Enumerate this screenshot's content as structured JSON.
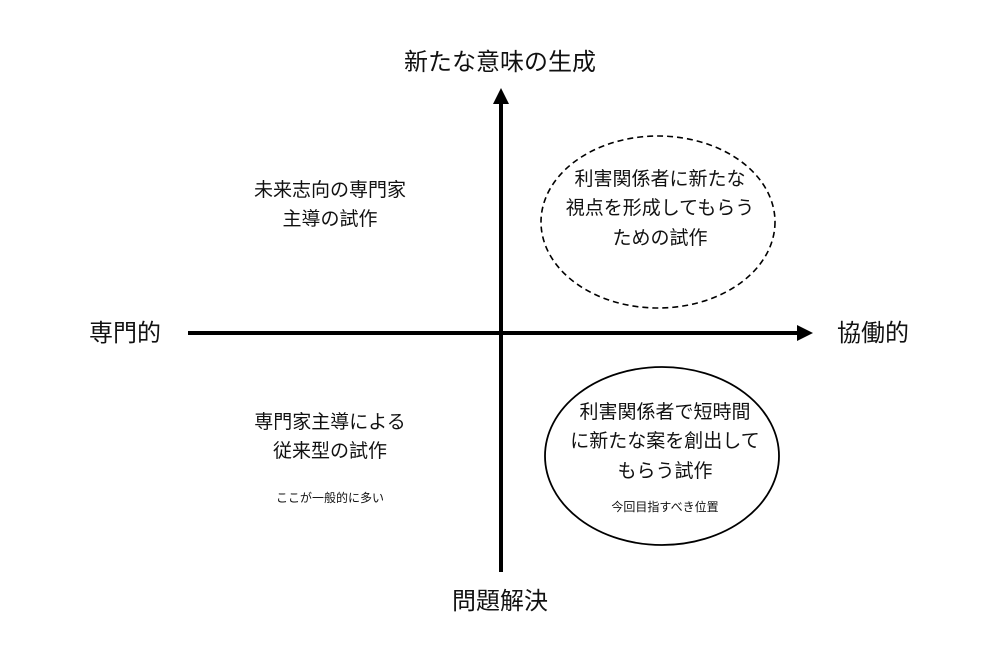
{
  "axes": {
    "top": "新たな意味の生成",
    "bottom": "問題解決",
    "left": "専門的",
    "right": "協働的"
  },
  "quadrants": {
    "top_left": {
      "title": "未来志向の専門家\n主導の試作"
    },
    "top_right": {
      "title": "利害関係者に新たな\n視点を形成してもらう\nための試作"
    },
    "bottom_left": {
      "title": "専門家主導による\n従来型の試作",
      "note": "ここが一般的に多い"
    },
    "bottom_right": {
      "title": "利害関係者で短時間\nに新たな案を創出して\nもらう試作",
      "note": "今回目指すべき位置"
    }
  }
}
